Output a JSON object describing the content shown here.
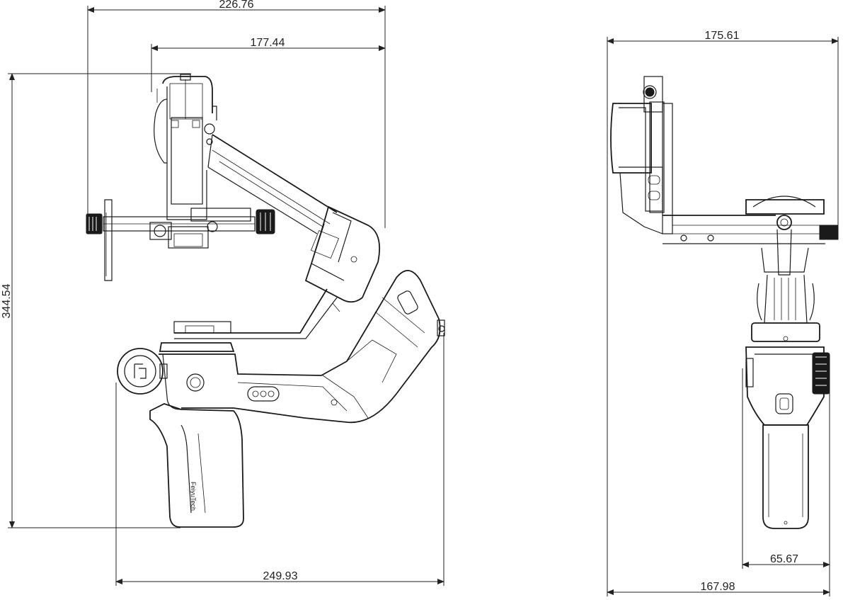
{
  "dimensions": {
    "side_top_overall": "226.76",
    "side_top_arm": "177.44",
    "side_height": "344.54",
    "side_bottom_width": "249.93",
    "front_top_width": "175.61",
    "front_grip_width": "65.67",
    "front_bottom_width": "167.98"
  },
  "labels": {
    "brand_mark": "FeiyuTech"
  },
  "colors": {
    "line": "#1a1a1a",
    "background": "#ffffff"
  }
}
